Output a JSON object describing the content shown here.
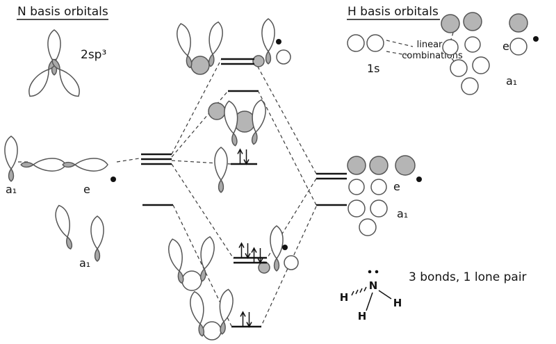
{
  "n_basis": {
    "title": "N basis orbitals",
    "hybrid_label": "2sp³",
    "a1_label": "a₁",
    "e_label": "e",
    "a1_lower_label": "a₁"
  },
  "h_basis": {
    "title": "H basis orbitals",
    "orbital_label": "1s",
    "combo_line1": "linear",
    "combo_line2": "combinations",
    "e_label": "e",
    "a1_label": "a₁"
  },
  "h_salc": {
    "e_label": "e",
    "a1_label": "a₁"
  },
  "molecule": {
    "central_atom": "N",
    "h_left": "H",
    "h_right": "H",
    "h_bottom": "H",
    "caption": "3 bonds, 1 lone pair"
  },
  "colors": {
    "shaded_lobe": "#a9a9a9",
    "shaded_circle": "#b5b5b5",
    "outline": "#555555",
    "ink": "#141414"
  }
}
